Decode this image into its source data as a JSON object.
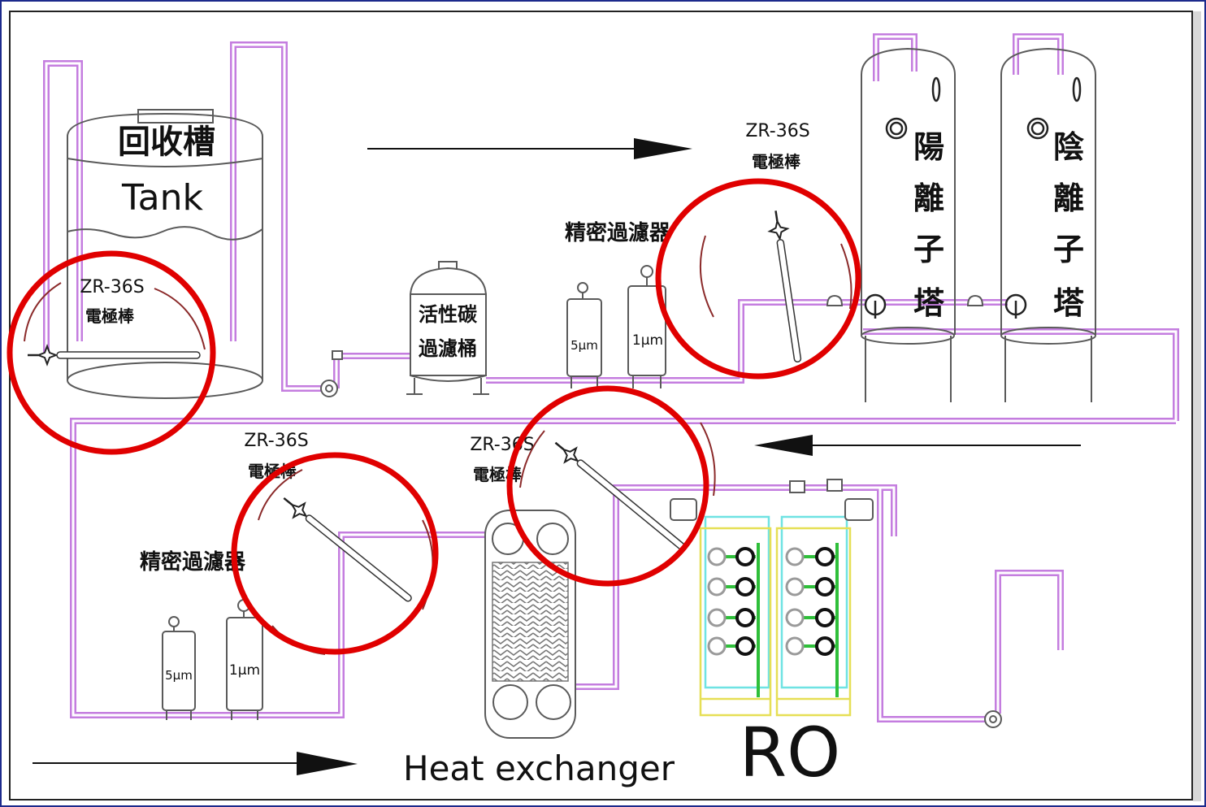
{
  "tank": {
    "title_cn": "回收槽",
    "title_en": "Tank"
  },
  "electrodes": [
    {
      "model": "ZR-36S",
      "name": "電極棒"
    },
    {
      "model": "ZR-36S",
      "name": "電極棒"
    },
    {
      "model": "ZR-36S",
      "name": "電極棒"
    },
    {
      "model": "ZR-36S",
      "name": "電極棒"
    }
  ],
  "carbon_filter": {
    "line1": "活性碳",
    "line2": "過濾桶"
  },
  "precision_filters": [
    {
      "title": "精密過濾器",
      "stages": [
        "5μm",
        "1μm"
      ]
    },
    {
      "title": "精密過濾器",
      "stages": [
        "5μm",
        "1μm"
      ]
    }
  ],
  "cation_tower": {
    "chars": [
      "陽",
      "離",
      "子",
      "塔"
    ]
  },
  "anion_tower": {
    "chars": [
      "陰",
      "離",
      "子",
      "塔"
    ]
  },
  "heat_exchanger": {
    "label": "Heat exchanger"
  },
  "ro": {
    "label": "RO"
  },
  "colors": {
    "pipe": "#c47ddf",
    "highlight": "#e00000",
    "frame": "#1c2a8c"
  }
}
